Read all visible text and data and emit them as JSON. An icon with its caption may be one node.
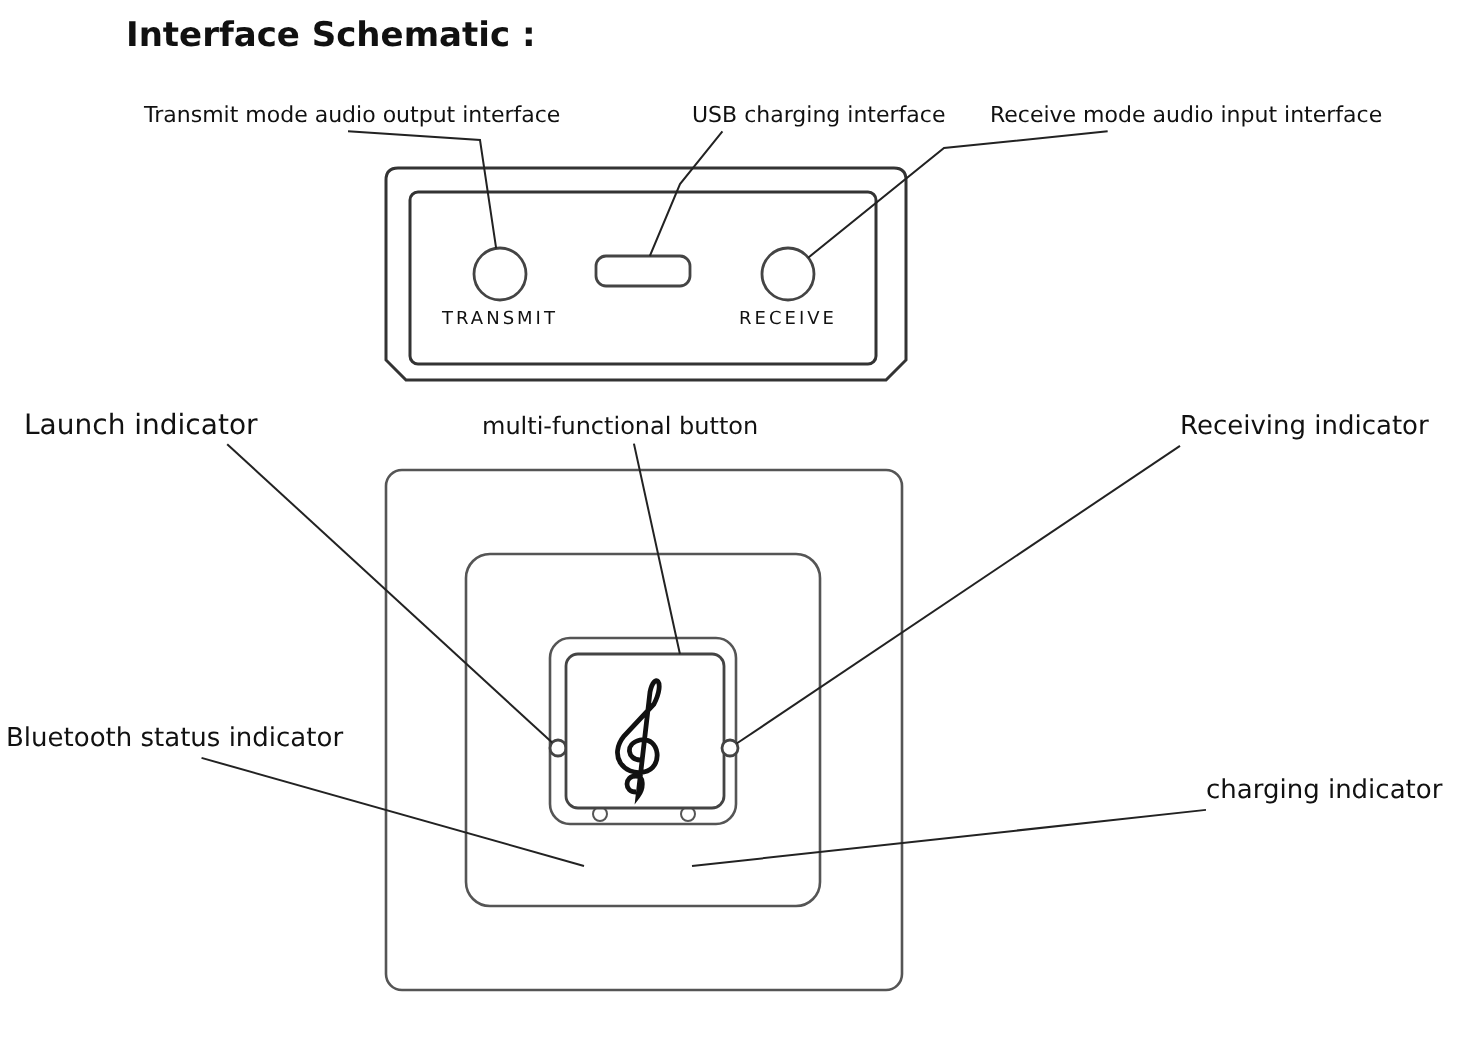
{
  "diagram": {
    "title": "Interface Schematic :",
    "nodes": [
      {
        "text": [
          "Transmit mode audio output interface"
        ]
      },
      {
        "text": [
          "USB charging interface"
        ]
      },
      {
        "text": [
          "Receive mode audio input interface"
        ]
      },
      {
        "text": [],
        "shape": "circle",
        "beside": [
          "TRANSMIT"
        ]
      },
      {
        "text": [],
        "shape": "box"
      },
      {
        "text": [],
        "shape": "circle",
        "beside": [
          "RECEIVE"
        ]
      },
      {
        "text": [
          "Launch indicator"
        ]
      },
      {
        "text": [
          "multi-functional button"
        ]
      },
      {
        "text": [
          "Receiving indicator"
        ]
      },
      {
        "text": [
          "Bluetooth status indicator"
        ]
      },
      {
        "text": [
          "charging indicator"
        ]
      },
      {
        "text": [],
        "shape": "circle"
      },
      {
        "text": [],
        "shape": "box"
      },
      {
        "text": [],
        "shape": "circle"
      }
    ],
    "edges": [
      {
        "from": 0,
        "to": 3,
        "arrow": "none"
      },
      {
        "from": 1,
        "to": 4,
        "arrow": "none"
      },
      {
        "from": 2,
        "to": 5,
        "arrow": "none"
      },
      {
        "from": 6,
        "to": 11,
        "arrow": "none"
      },
      {
        "from": 7,
        "to": 12,
        "arrow": "none"
      },
      {
        "from": 8,
        "to": 13,
        "arrow": "none"
      },
      {
        "from": 9,
        "to": null,
        "arrow": "none"
      },
      {
        "from": 10,
        "to": null,
        "arrow": "none"
      }
    ]
  }
}
